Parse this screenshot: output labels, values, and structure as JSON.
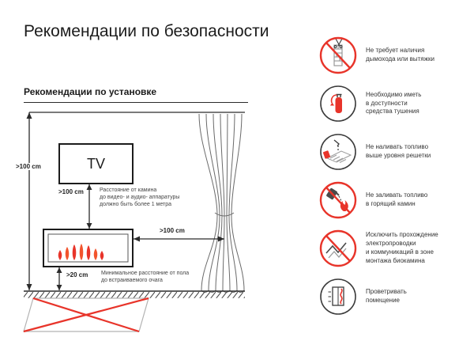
{
  "page": {
    "title": "Рекомендации по безопасности",
    "section_title": "Рекомендации по установке"
  },
  "diagram": {
    "tv_label": "TV",
    "dim_wall": ">100 cm",
    "dim_tv": ">100 cm",
    "dim_curtain": ">100 cm",
    "dim_floor": ">20 cm",
    "note_tv": "Расстояние от камина\nдо видео- и аудио- аппаратуры\nдолжно быть более 1 метра",
    "note_floor": "Минимальное расстояние от пола\nдо встраиваемого очага"
  },
  "safety_items": [
    {
      "name": "no-chimney",
      "text": "Не требует наличия\nдымохода или вытяжки"
    },
    {
      "name": "extinguisher",
      "text": "Необходимо иметь\nв доступности\nсредства тушения"
    },
    {
      "name": "fuel-level",
      "text": "Не наливать топливо\nвыше уровня решетки"
    },
    {
      "name": "no-fuel-in-fire",
      "text": "Не заливать топливо\nв горящий камин"
    },
    {
      "name": "no-wiring",
      "text": "Исключить прохождение\nэлектропроводки\nи коммуникаций в зоне\nмонтажа биокамина"
    },
    {
      "name": "ventilate",
      "text": "Проветривать\nпомещение"
    }
  ],
  "colors": {
    "accent_red": "#e8342a",
    "ink": "#1c1c1c"
  }
}
